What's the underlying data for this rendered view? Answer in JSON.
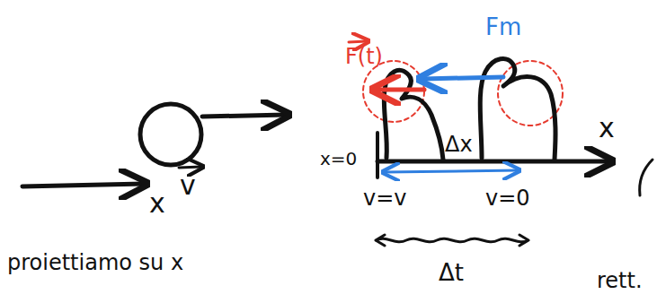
{
  "diagram": {
    "labels": [
      "proiettiamo su x",
      "x",
      "v",
      "F(t)",
      "Fm",
      "x=0",
      "Δx",
      "x",
      "v=v",
      "v=0",
      "Δt",
      "rett."
    ]
  }
}
